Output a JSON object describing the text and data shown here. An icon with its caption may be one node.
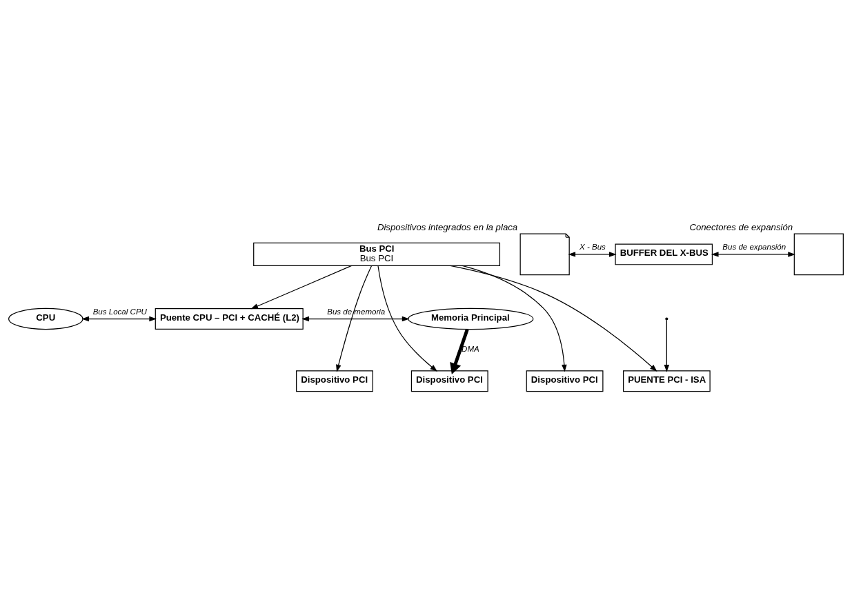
{
  "diagram": {
    "nodes": [
      {
        "text": [
          "CPU"
        ]
      },
      {
        "text": [
          "Puente CPU – PCI + CACHÉ (L2)"
        ]
      },
      {
        "text": [
          "Memoria Principal"
        ]
      },
      {
        "text": [
          "Bus PCI",
          "Bus PCI"
        ]
      },
      {
        "text": [
          "Dispositivo PCI"
        ]
      },
      {
        "text": [
          "Dispositivo PCI"
        ]
      },
      {
        "text": [
          "Dispositivo PCI"
        ]
      },
      {
        "text": [
          "PUENTE PCI - ISA"
        ]
      },
      {
        "text": [],
        "shape": "document",
        "beside": [
          "Dispositivos integrados en la placa"
        ]
      },
      {
        "text": [
          "BUFFER DEL X-BUS"
        ]
      },
      {
        "text": [],
        "shape": "card",
        "beside": [
          "Conectores de expansión"
        ]
      }
    ],
    "edges": [
      {
        "from": 0,
        "to": 1,
        "arrow": "both",
        "label": "Bus Local CPU"
      },
      {
        "from": 1,
        "to": 2,
        "arrow": "both",
        "label": "Bus de memoria"
      },
      {
        "from": 3,
        "to": 1,
        "arrow": "to"
      },
      {
        "from": 3,
        "to": 4,
        "arrow": "to"
      },
      {
        "from": 3,
        "to": 5,
        "arrow": "to"
      },
      {
        "from": 3,
        "to": 6,
        "arrow": "to"
      },
      {
        "from": 3,
        "to": 7,
        "arrow": "to"
      },
      {
        "from": 2,
        "to": 6,
        "arrow": "to",
        "style": "thick",
        "label": "DMA"
      },
      {
        "from": 8,
        "to": 9,
        "arrow": "both",
        "label": "X - Bus"
      },
      {
        "from": 9,
        "to": 10,
        "arrow": "both",
        "label": "Bus de expansión"
      },
      {
        "from": null,
        "to": 7,
        "arrow": "to"
      }
    ]
  }
}
